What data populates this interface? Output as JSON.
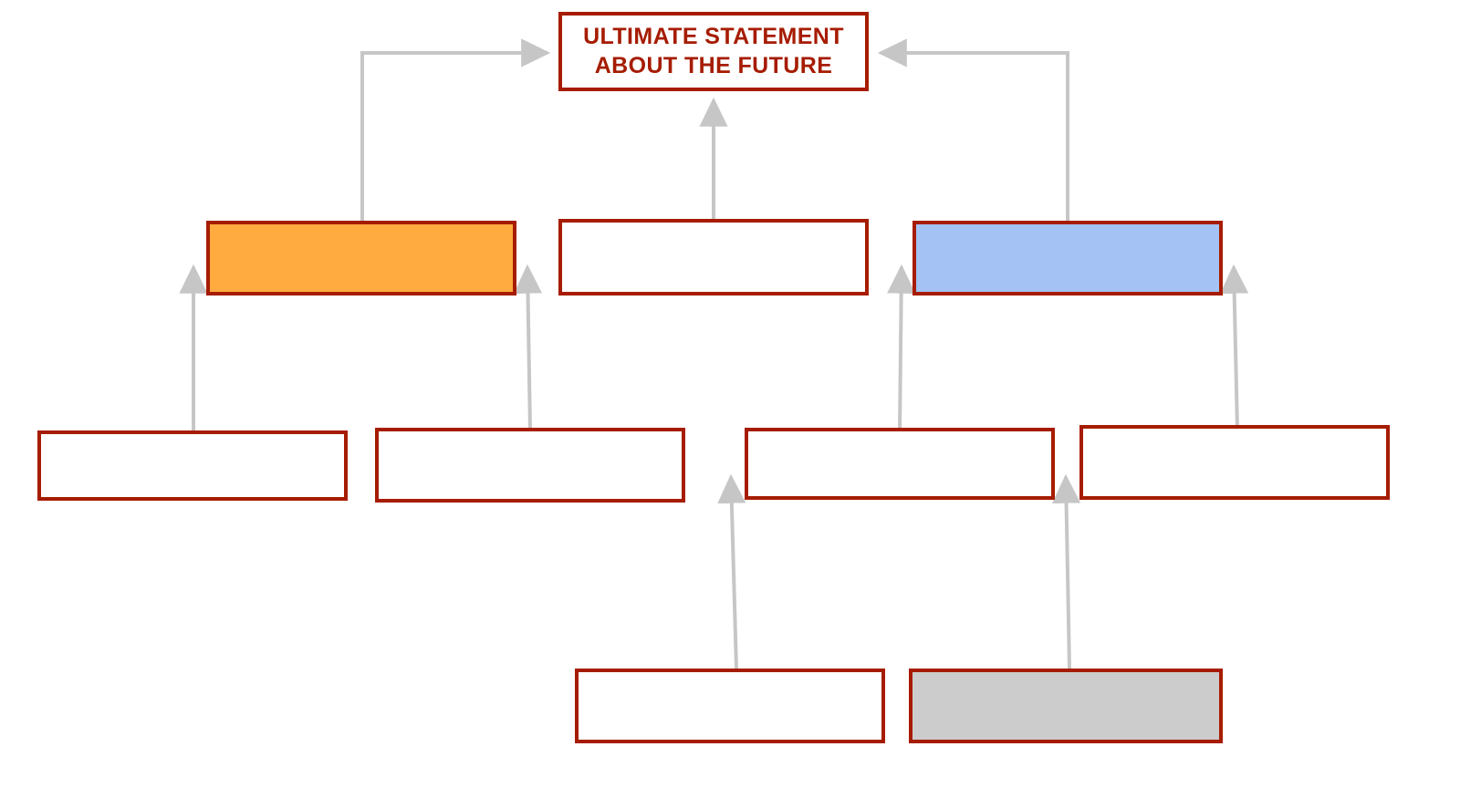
{
  "diagram": {
    "title": "Future statement hierarchy diagram",
    "background_color": "#ffffff",
    "border_color": "#a61c00",
    "connector_color": "#c6c6c6",
    "palette": {
      "orange": "#ffab40",
      "blue": "#a4c2f4",
      "gray": "#cccccc",
      "white": "#ffffff"
    },
    "nodes": [
      {
        "id": "ultimate-statement",
        "label": "ULTIMATE STATEMENT\nABOUT THE FUTURE",
        "fill": "white",
        "row": 1
      },
      {
        "id": "row2-left-orange",
        "label": "",
        "fill": "orange",
        "row": 2
      },
      {
        "id": "row2-center-white",
        "label": "",
        "fill": "white",
        "row": 2
      },
      {
        "id": "row2-right-blue",
        "label": "",
        "fill": "blue",
        "row": 2
      },
      {
        "id": "row3-box-1",
        "label": "",
        "fill": "white",
        "row": 3
      },
      {
        "id": "row3-box-2",
        "label": "",
        "fill": "white",
        "row": 3
      },
      {
        "id": "row3-box-3",
        "label": "",
        "fill": "white",
        "row": 3
      },
      {
        "id": "row3-box-4",
        "label": "",
        "fill": "white",
        "row": 3
      },
      {
        "id": "row4-box-white",
        "label": "",
        "fill": "white",
        "row": 4
      },
      {
        "id": "row4-box-gray",
        "label": "",
        "fill": "gray",
        "row": 4
      }
    ],
    "connectors": [
      {
        "id": "orange-to-ultimate",
        "from": "row2-left-orange",
        "to": "ultimate-statement",
        "style": "elbow"
      },
      {
        "id": "center-to-ultimate",
        "from": "row2-center-white",
        "to": "ultimate-statement",
        "style": "straight"
      },
      {
        "id": "blue-to-ultimate",
        "from": "row2-right-blue",
        "to": "ultimate-statement",
        "style": "elbow"
      },
      {
        "id": "row3-1-to-orange",
        "from": "row3-box-1",
        "to": "row2-left-orange",
        "style": "straight"
      },
      {
        "id": "row3-2-to-orange",
        "from": "row3-box-2",
        "to": "row2-left-orange",
        "style": "straight"
      },
      {
        "id": "row3-3-to-blue",
        "from": "row3-box-3",
        "to": "row2-right-blue",
        "style": "straight"
      },
      {
        "id": "row3-4-to-blue",
        "from": "row3-box-4",
        "to": "row2-right-blue",
        "style": "straight"
      },
      {
        "id": "row4-white-to-row3-3",
        "from": "row4-box-white",
        "to": "row3-box-3",
        "style": "straight"
      },
      {
        "id": "row4-gray-to-row3-3",
        "from": "row4-box-gray",
        "to": "row3-box-3",
        "style": "straight"
      }
    ]
  }
}
